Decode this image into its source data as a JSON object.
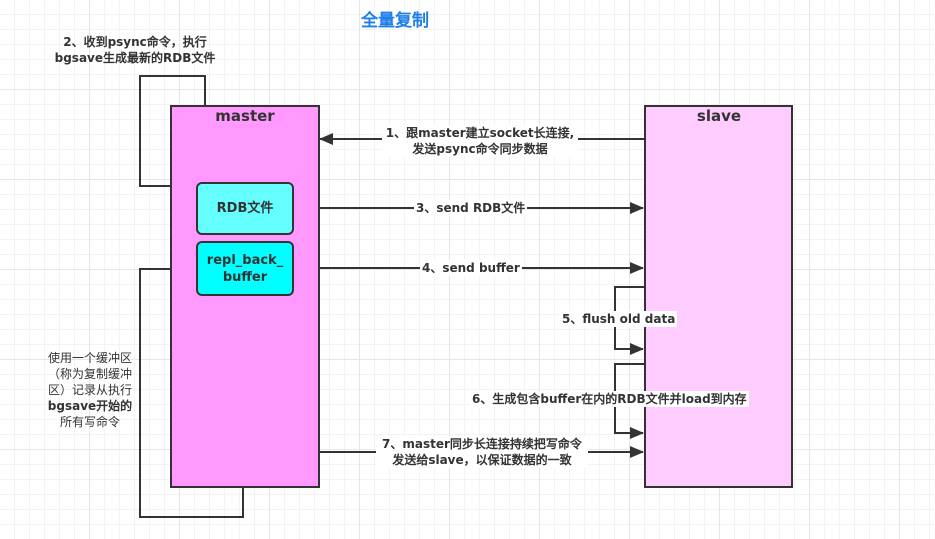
{
  "title": {
    "text": "全量复制",
    "color": "#1e7fe8"
  },
  "nodes": {
    "master": {
      "label": "master",
      "fill": "#ff99ff"
    },
    "slave": {
      "label": "slave",
      "fill": "#ffccff"
    },
    "rdb_file": {
      "label": "RDB文件",
      "fill": "#66ffff"
    },
    "repl_back_buffer": {
      "line1": "repl_back_",
      "line2": "buffer",
      "fill": "#00ffff"
    }
  },
  "steps": {
    "step1": {
      "line1": "1、跟master建立socket长连接,",
      "line2": "发送psync命令同步数据"
    },
    "step2": {
      "line1": "2、收到psync命令，执行",
      "line2": "bgsave生成最新的RDB文件"
    },
    "step3": {
      "text": "3、send RDB文件"
    },
    "step4": {
      "text": "4、send buffer"
    },
    "step5": {
      "text": "5、flush old data"
    },
    "step6": {
      "text": "6、生成包含buffer在内的RDB文件并load到内存"
    },
    "step7": {
      "line1": "7、master同步长连接持续把写命令",
      "line2": "发送给slave，以保证数据的一致"
    }
  },
  "buffer_note": {
    "line1": "使用一个缓冲区",
    "line2": "（称为复制缓冲",
    "line3": "区）记录从执行",
    "line4": "bgsave开始的",
    "line5": "所有写命令"
  },
  "colors": {
    "stroke": "#333333",
    "text": "#333333"
  }
}
